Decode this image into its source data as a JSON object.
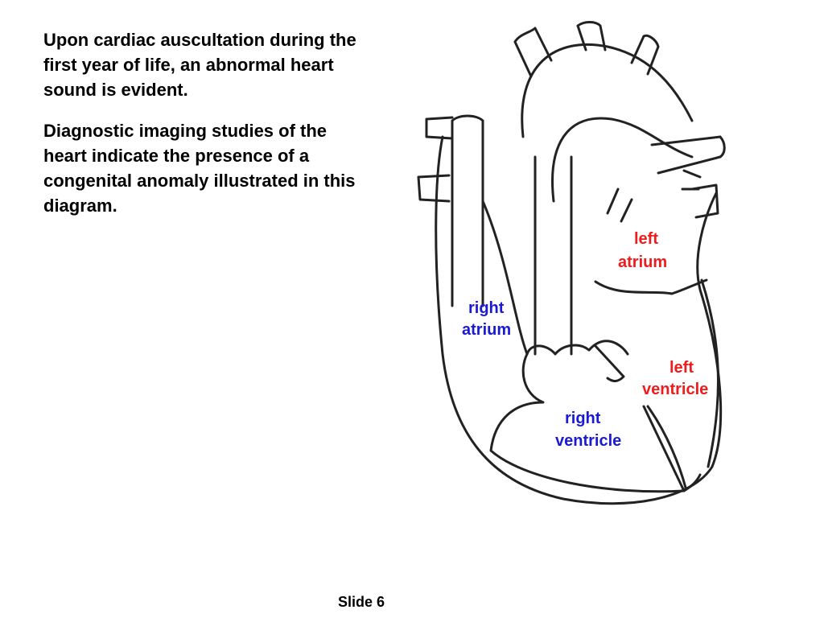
{
  "slide": {
    "paragraphs": [
      "Upon cardiac auscultation during the first year of life, an abnormal heart sound is evident.",
      "Diagnostic imaging studies of the heart indicate the presence of a congenital anomaly illustrated in this diagram."
    ],
    "footer": "Slide 6"
  },
  "diagram": {
    "labels": {
      "left_atrium": [
        "left",
        "atrium"
      ],
      "right_atrium": [
        "right",
        "atrium"
      ],
      "left_ventricle": [
        "left",
        "ventricle"
      ],
      "right_ventricle": [
        "right",
        "ventricle"
      ]
    },
    "colors": {
      "outline": "#222222",
      "left_side": "#ee1c1c",
      "right_side": "#1a1ad4"
    }
  }
}
